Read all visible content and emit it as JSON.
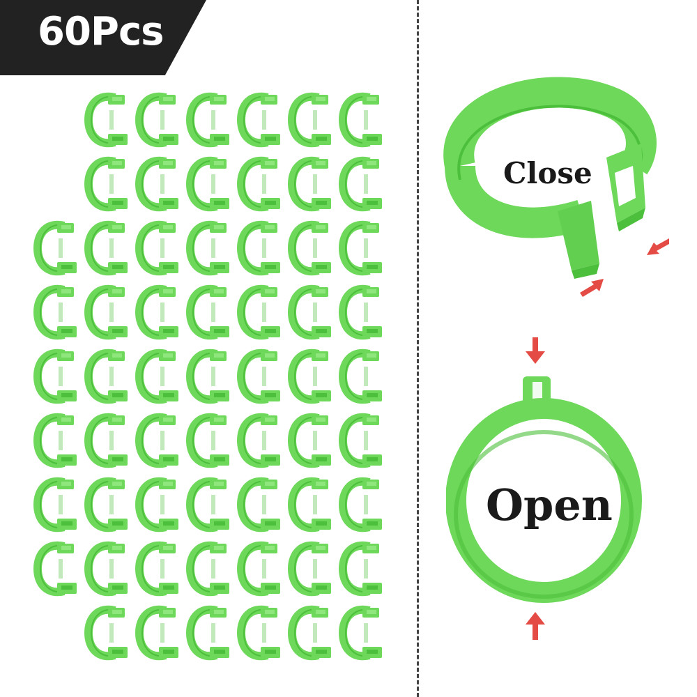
{
  "product": {
    "quantity_badge": "60Pcs",
    "close_label": "Close",
    "open_label": "Open"
  },
  "colors": {
    "ring_fill": "#6ed85a",
    "ring_dark": "#4cbf3c",
    "ring_light": "#8fe67c",
    "badge_bg": "#222222",
    "arrow": "#e34b44"
  },
  "ring_rows": [
    6,
    6,
    7,
    7,
    7,
    7,
    7,
    7,
    6
  ]
}
